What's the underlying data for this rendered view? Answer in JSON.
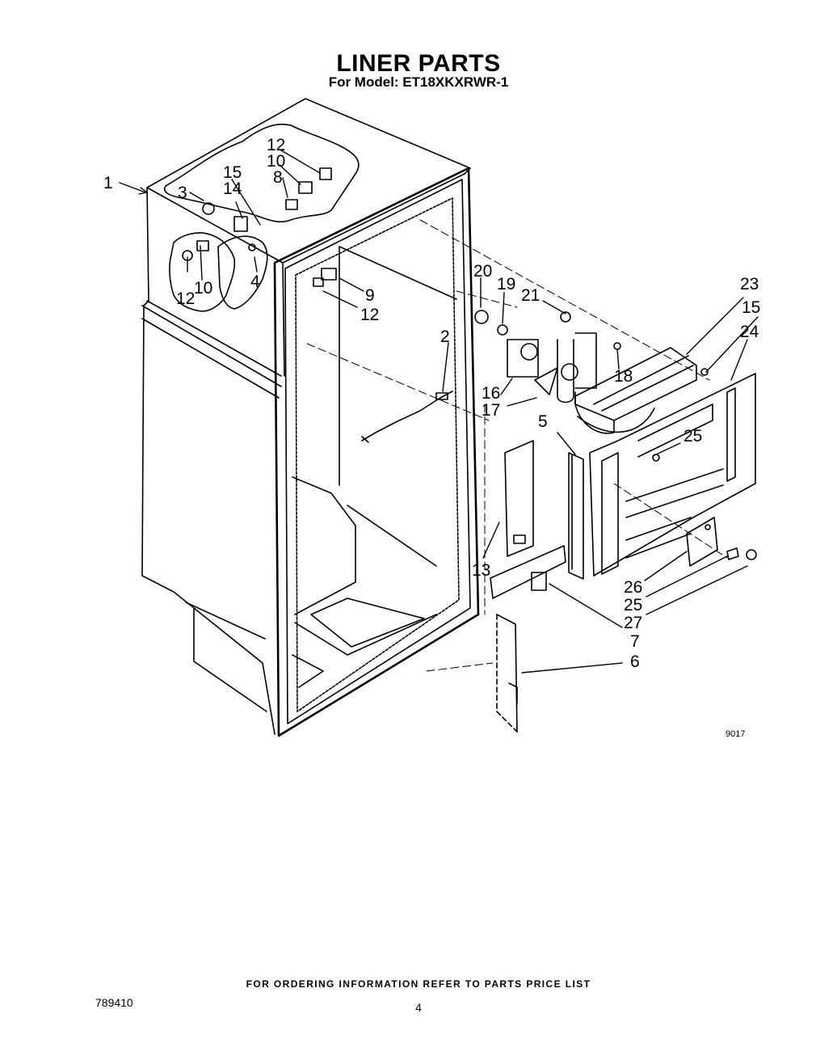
{
  "header": {
    "title": "LINER PARTS",
    "subtitle": "For Model: ET18XKXRWR-1"
  },
  "figure": {
    "number": "9017",
    "callouts": [
      "1",
      "3",
      "15",
      "14",
      "12",
      "10",
      "8",
      "12",
      "10",
      "4",
      "9",
      "12",
      "20",
      "19",
      "21",
      "2",
      "16",
      "17",
      "18",
      "23",
      "15",
      "24",
      "5",
      "25",
      "13",
      "26",
      "25",
      "27",
      "7",
      "6"
    ]
  },
  "footer": {
    "ordering_note": "FOR ORDERING INFORMATION REFER TO PARTS PRICE LIST",
    "doc_number": "789410",
    "page_number": "4"
  }
}
